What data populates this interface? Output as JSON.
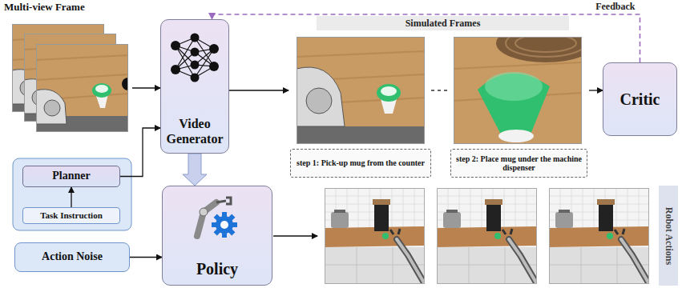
{
  "diagram": {
    "nodes": [
      {
        "text": [
          "Multi-view Frame"
        ]
      },
      {
        "text": [
          "Video Generator"
        ]
      },
      {
        "text": [
          "Simulated Frames"
        ]
      },
      {
        "text": [
          "step 1: Pick-up mug from the counter"
        ],
        "in": 2
      },
      {
        "text": [
          "step 2: Place mug under the machine dispenser"
        ],
        "in": 2
      },
      {
        "text": [
          "Critic"
        ]
      },
      {
        "text": [
          "Planner"
        ]
      },
      {
        "text": [
          "Task Instruction"
        ]
      },
      {
        "text": [
          "Policy"
        ]
      },
      {
        "text": [
          "Action Noise"
        ]
      }
    ],
    "edges": [
      {
        "from": 0,
        "to": 1,
        "arrow": "to"
      },
      {
        "from": 1,
        "to": 2,
        "arrow": "to"
      },
      {
        "from": 2,
        "to": 5,
        "arrow": "to"
      },
      {
        "from": 5,
        "to": 1,
        "label": "Feedback",
        "arrow": "to"
      },
      {
        "from": 7,
        "to": 6,
        "arrow": "to"
      },
      {
        "from": 6,
        "to": 1,
        "arrow": "to"
      },
      {
        "from": 1,
        "to": 8,
        "arrow": "to"
      },
      {
        "from": 9,
        "to": 8,
        "arrow": "to"
      }
    ],
    "labels": [
      "Robot Actions"
    ]
  }
}
